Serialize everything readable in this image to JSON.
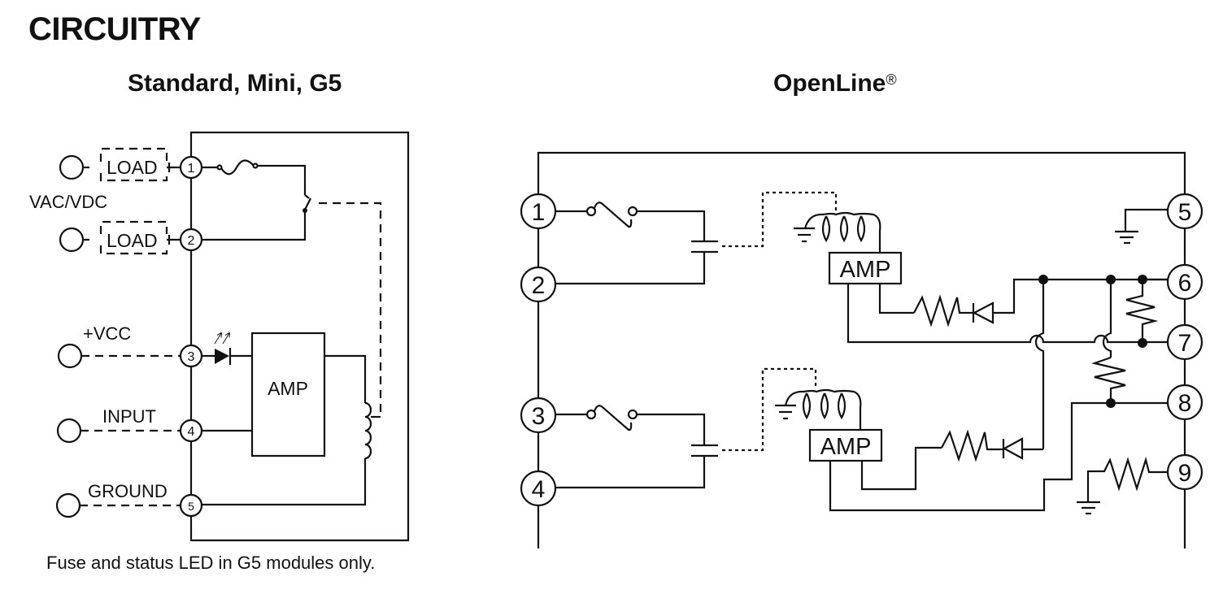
{
  "page": {
    "title": "CIRCUITRY",
    "footnote": "Fuse and status LED in G5 modules only."
  },
  "standard_diagram": {
    "title": "Standard, Mini, G5",
    "supply_label": "VAC/VDC",
    "load_labels": [
      "LOAD",
      "LOAD"
    ],
    "terminal_labels": [
      "+VCC",
      "INPUT",
      "GROUND"
    ],
    "terminals": [
      "1",
      "2",
      "3",
      "4",
      "5"
    ],
    "amp_label": "AMP",
    "components": [
      "fuse",
      "relay-switch",
      "status-led",
      "amplifier",
      "relay-coil"
    ]
  },
  "openline_diagram": {
    "title": "OpenLine",
    "title_mark": "®",
    "terminals": [
      "1",
      "2",
      "3",
      "4",
      "5",
      "6",
      "7",
      "8",
      "9"
    ],
    "amp_labels": [
      "AMP",
      "AMP"
    ],
    "components": [
      "switch",
      "capacitor",
      "coil",
      "amplifier",
      "resistor",
      "diode",
      "ground"
    ]
  }
}
